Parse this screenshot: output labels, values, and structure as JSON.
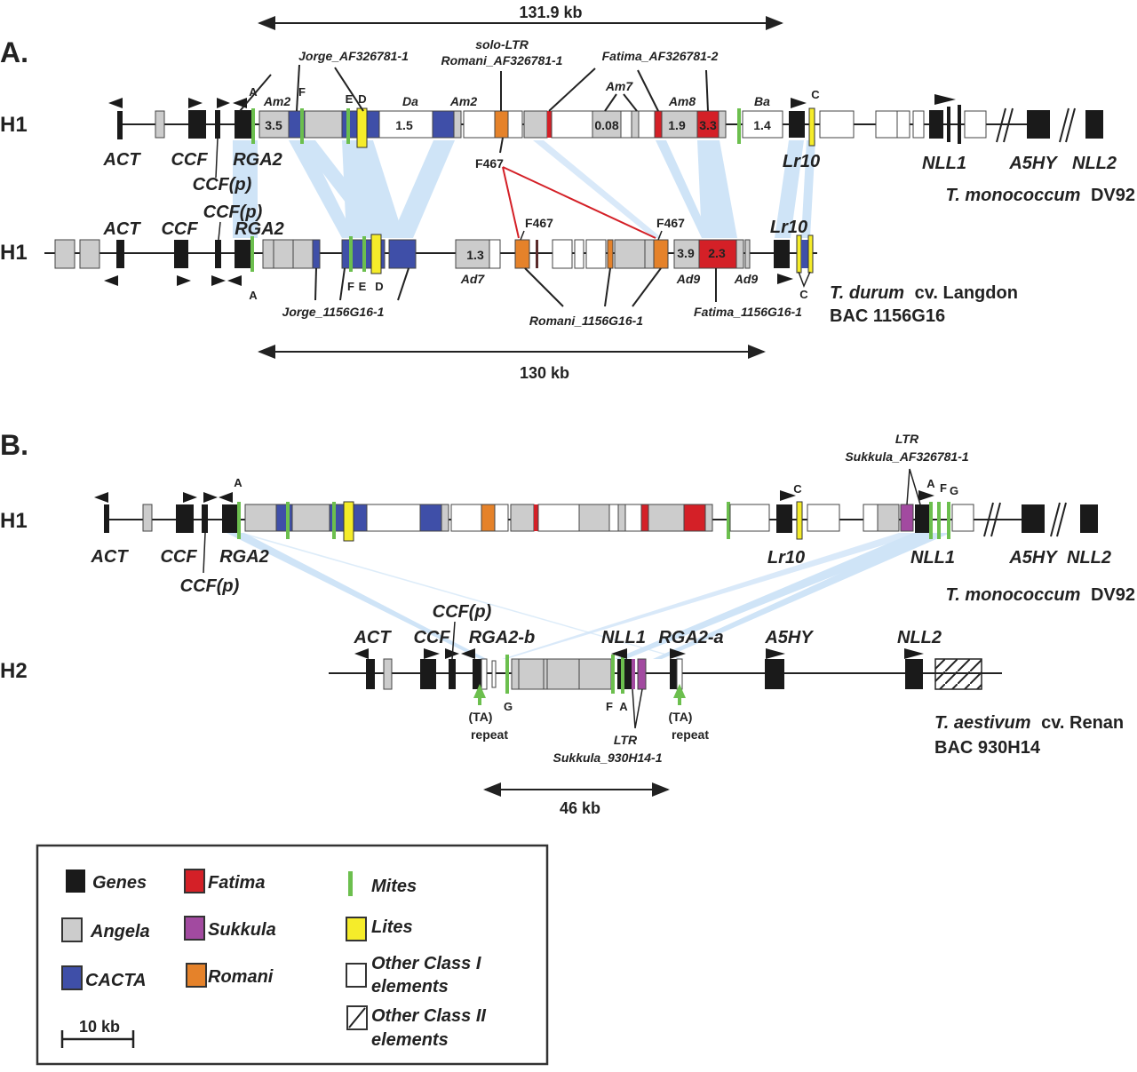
{
  "colors": {
    "genes": "#1a1a1a",
    "angela": "#cccccc",
    "cacta": "#3f4fa8",
    "fatima": "#d42027",
    "sukkula": "#a24aa0",
    "romani": "#e5822a",
    "mites": "#6cbf4e",
    "lites": "#f5ec2a",
    "other1": "#ffffff",
    "synteny": "#cfe4f7",
    "f467_link": "#d42027"
  },
  "panelA": {
    "label": "A.",
    "scale_top": "131.9 kb",
    "scale_bottom": "130 kb",
    "track1": {
      "haplotype": "H1",
      "species": "T. monococcum",
      "accession": "DV92",
      "genes": [
        "ACT",
        "CCF",
        "CCF(p)",
        "RGA2",
        "Lr10",
        "NLL1",
        "A5HY",
        "NLL2"
      ],
      "mites": [
        "A",
        "F",
        "E",
        "D",
        "C"
      ],
      "te_labels": [
        "Am2",
        "Da",
        "Am2",
        "Am7",
        "Am8",
        "Ba"
      ],
      "te_values": [
        "3.5",
        "1.5",
        "0.08",
        "1.9",
        "3.3",
        "1.4"
      ],
      "annotations": [
        "Jorge_AF326781-1",
        "solo-LTR",
        "Romani_AF326781-1",
        "Fatima_AF326781-2",
        "F467"
      ]
    },
    "track2": {
      "haplotype": "H1",
      "species": "T. durum",
      "cultivar": "cv. Langdon",
      "bac": "BAC 1156G16",
      "genes": [
        "ACT",
        "CCF",
        "CCF(p)",
        "RGA2",
        "Lr10"
      ],
      "mites": [
        "F",
        "E",
        "D",
        "A",
        "C"
      ],
      "te_labels": [
        "Ad7",
        "Ad9",
        "Ad9"
      ],
      "te_values": [
        "1.3",
        "3.9",
        "2.3"
      ],
      "annotations": [
        "Jorge_1156G16-1",
        "Romani_1156G16-1",
        "Fatima_1156G16-1",
        "F467",
        "F467"
      ]
    }
  },
  "panelB": {
    "label": "B.",
    "scale": "46 kb",
    "track1": {
      "haplotype": "H1",
      "species": "T. monococcum",
      "accession": "DV92",
      "genes": [
        "ACT",
        "CCF",
        "CCF(p)",
        "RGA2",
        "Lr10",
        "NLL1",
        "A5HY",
        "NLL2"
      ],
      "mites": [
        "A",
        "C",
        "A",
        "F",
        "G"
      ],
      "annotations": [
        "LTR",
        "Sukkula_AF326781-1"
      ]
    },
    "track2": {
      "haplotype": "H2",
      "species": "T. aestivum",
      "cultivar": "cv. Renan",
      "bac": "BAC 930H14",
      "genes": [
        "ACT",
        "CCF",
        "CCF(p)",
        "RGA2-b",
        "NLL1",
        "RGA2-a",
        "A5HY",
        "NLL2"
      ],
      "mites": [
        "G",
        "F",
        "A"
      ],
      "annotations": [
        "(TA)",
        "repeat",
        "(TA)",
        "repeat",
        "LTR",
        "Sukkula_930H14-1"
      ]
    }
  },
  "legend": {
    "items": [
      {
        "key": "genes",
        "label": "Genes"
      },
      {
        "key": "angela",
        "label": "Angela"
      },
      {
        "key": "cacta",
        "label": "CACTA"
      },
      {
        "key": "fatima",
        "label": "Fatima"
      },
      {
        "key": "sukkula",
        "label": "Sukkula"
      },
      {
        "key": "romani",
        "label": "Romani"
      },
      {
        "key": "mites",
        "label": "Mites"
      },
      {
        "key": "lites",
        "label": "Lites"
      },
      {
        "key": "other1",
        "label": "Other Class I",
        "label2": "elements"
      },
      {
        "key": "other2",
        "label": "Other Class II",
        "label2": "elements"
      }
    ],
    "scale_bar": "10 kb"
  }
}
